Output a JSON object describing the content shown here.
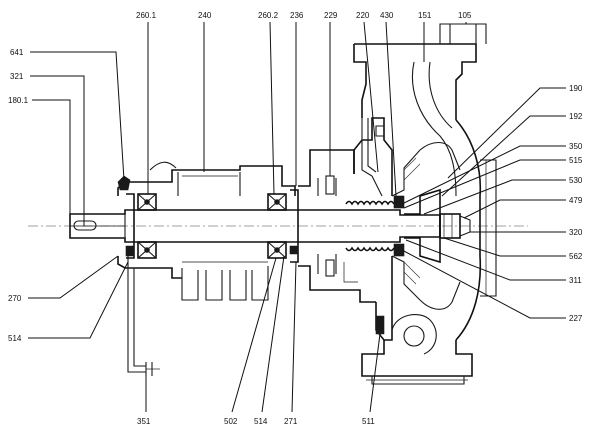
{
  "drawing": {
    "part_labels": [
      "260.1",
      "240",
      "260.2",
      "236",
      "229",
      "220",
      "430",
      "151",
      "105",
      "641",
      "321",
      "180.1",
      "190",
      "192",
      "350",
      "515",
      "530",
      "479",
      "320",
      "562",
      "311",
      "227",
      "270",
      "514",
      "351",
      "502",
      "514",
      "271",
      "511"
    ]
  }
}
